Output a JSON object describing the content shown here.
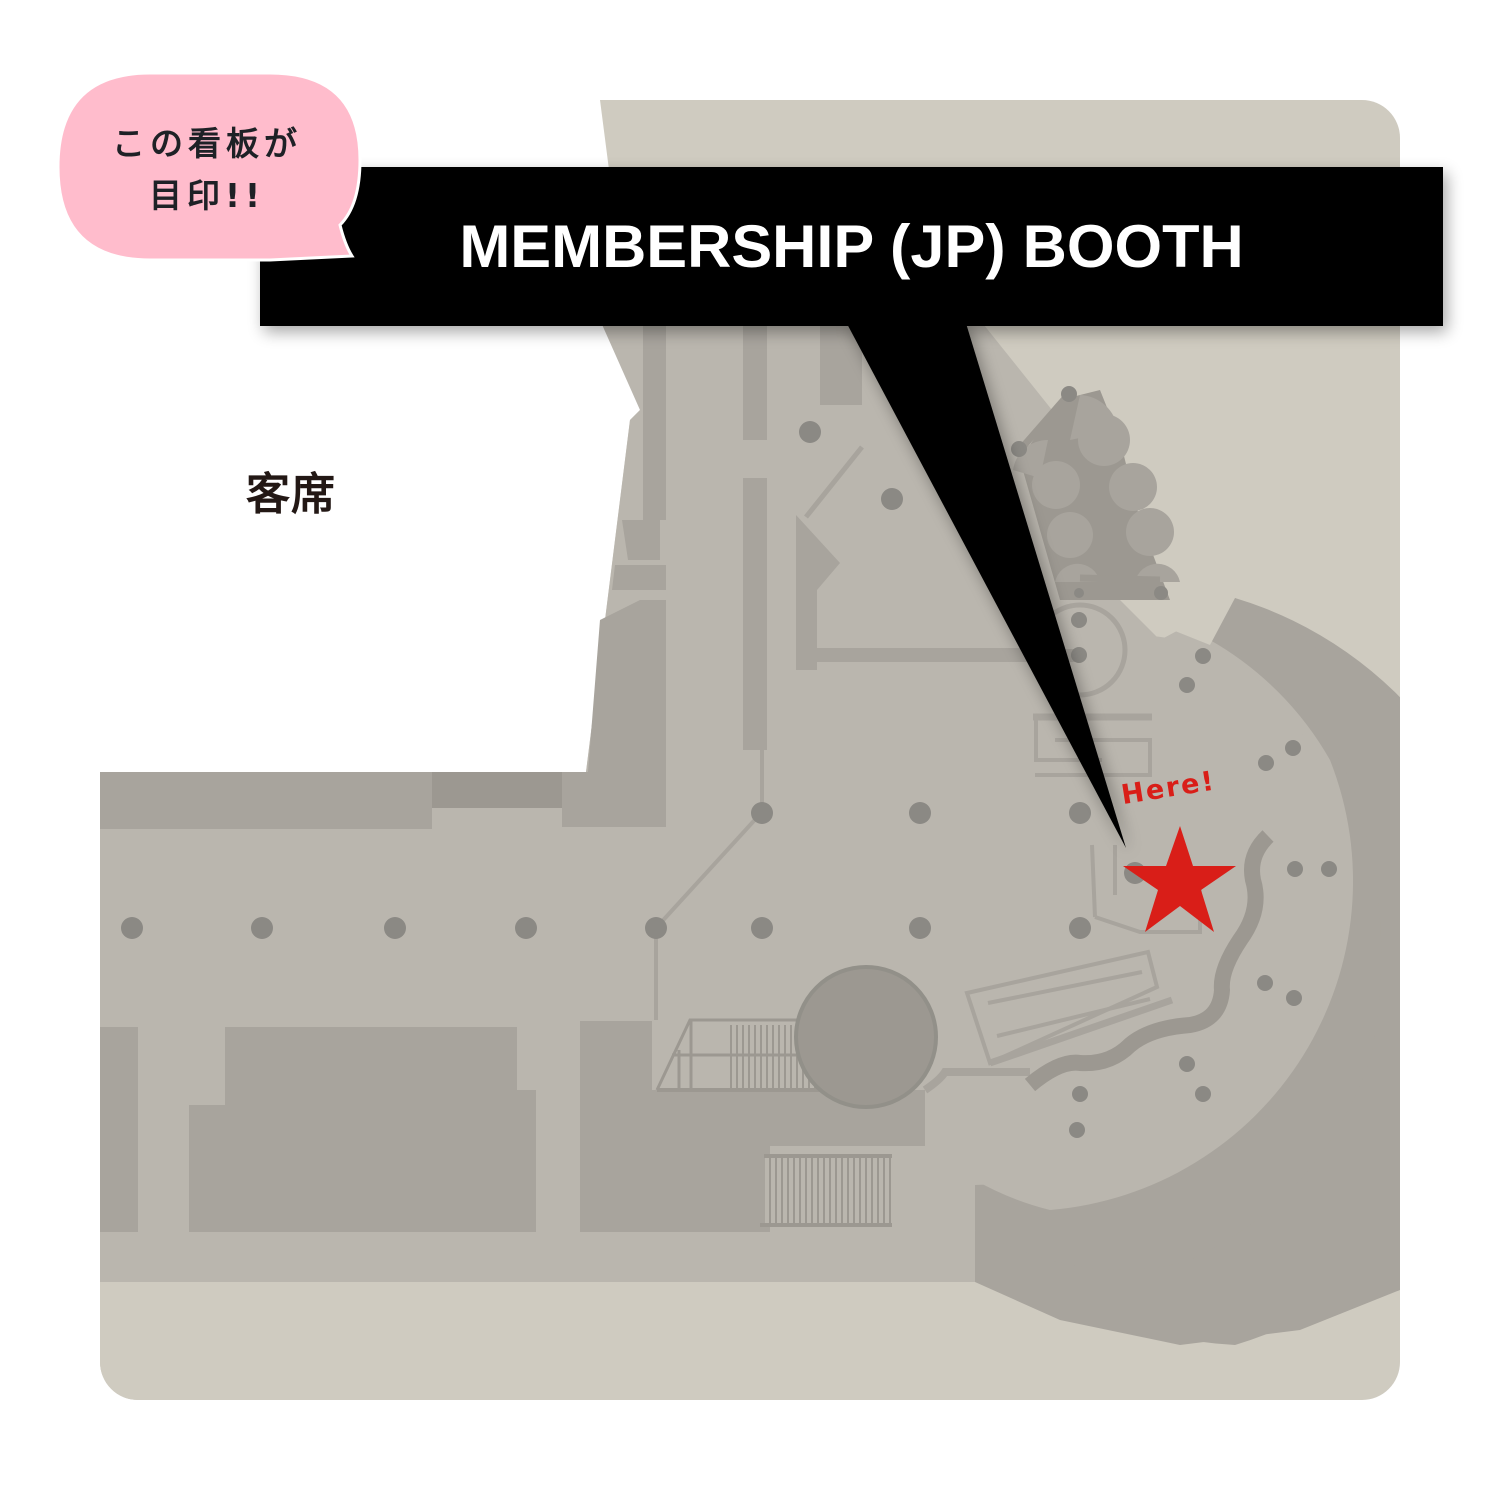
{
  "callout": {
    "line1": "この看板が",
    "line2": "目印!!"
  },
  "banner": {
    "title": "MEMBERSHIP (JP) BOOTH"
  },
  "map": {
    "area_labels": {
      "seating": "客席"
    },
    "marker": {
      "label": "Here!",
      "icon": "star-icon"
    }
  },
  "colors": {
    "card_bg": "#cfcbc0",
    "floor": "#bab6ae",
    "block": "#a8a49d",
    "block_dark": "#9c9891",
    "pillar": "#8b8984",
    "banner_bg": "#000000",
    "bubble_bg": "#ffbccc",
    "marker_red": "#d91e18"
  }
}
